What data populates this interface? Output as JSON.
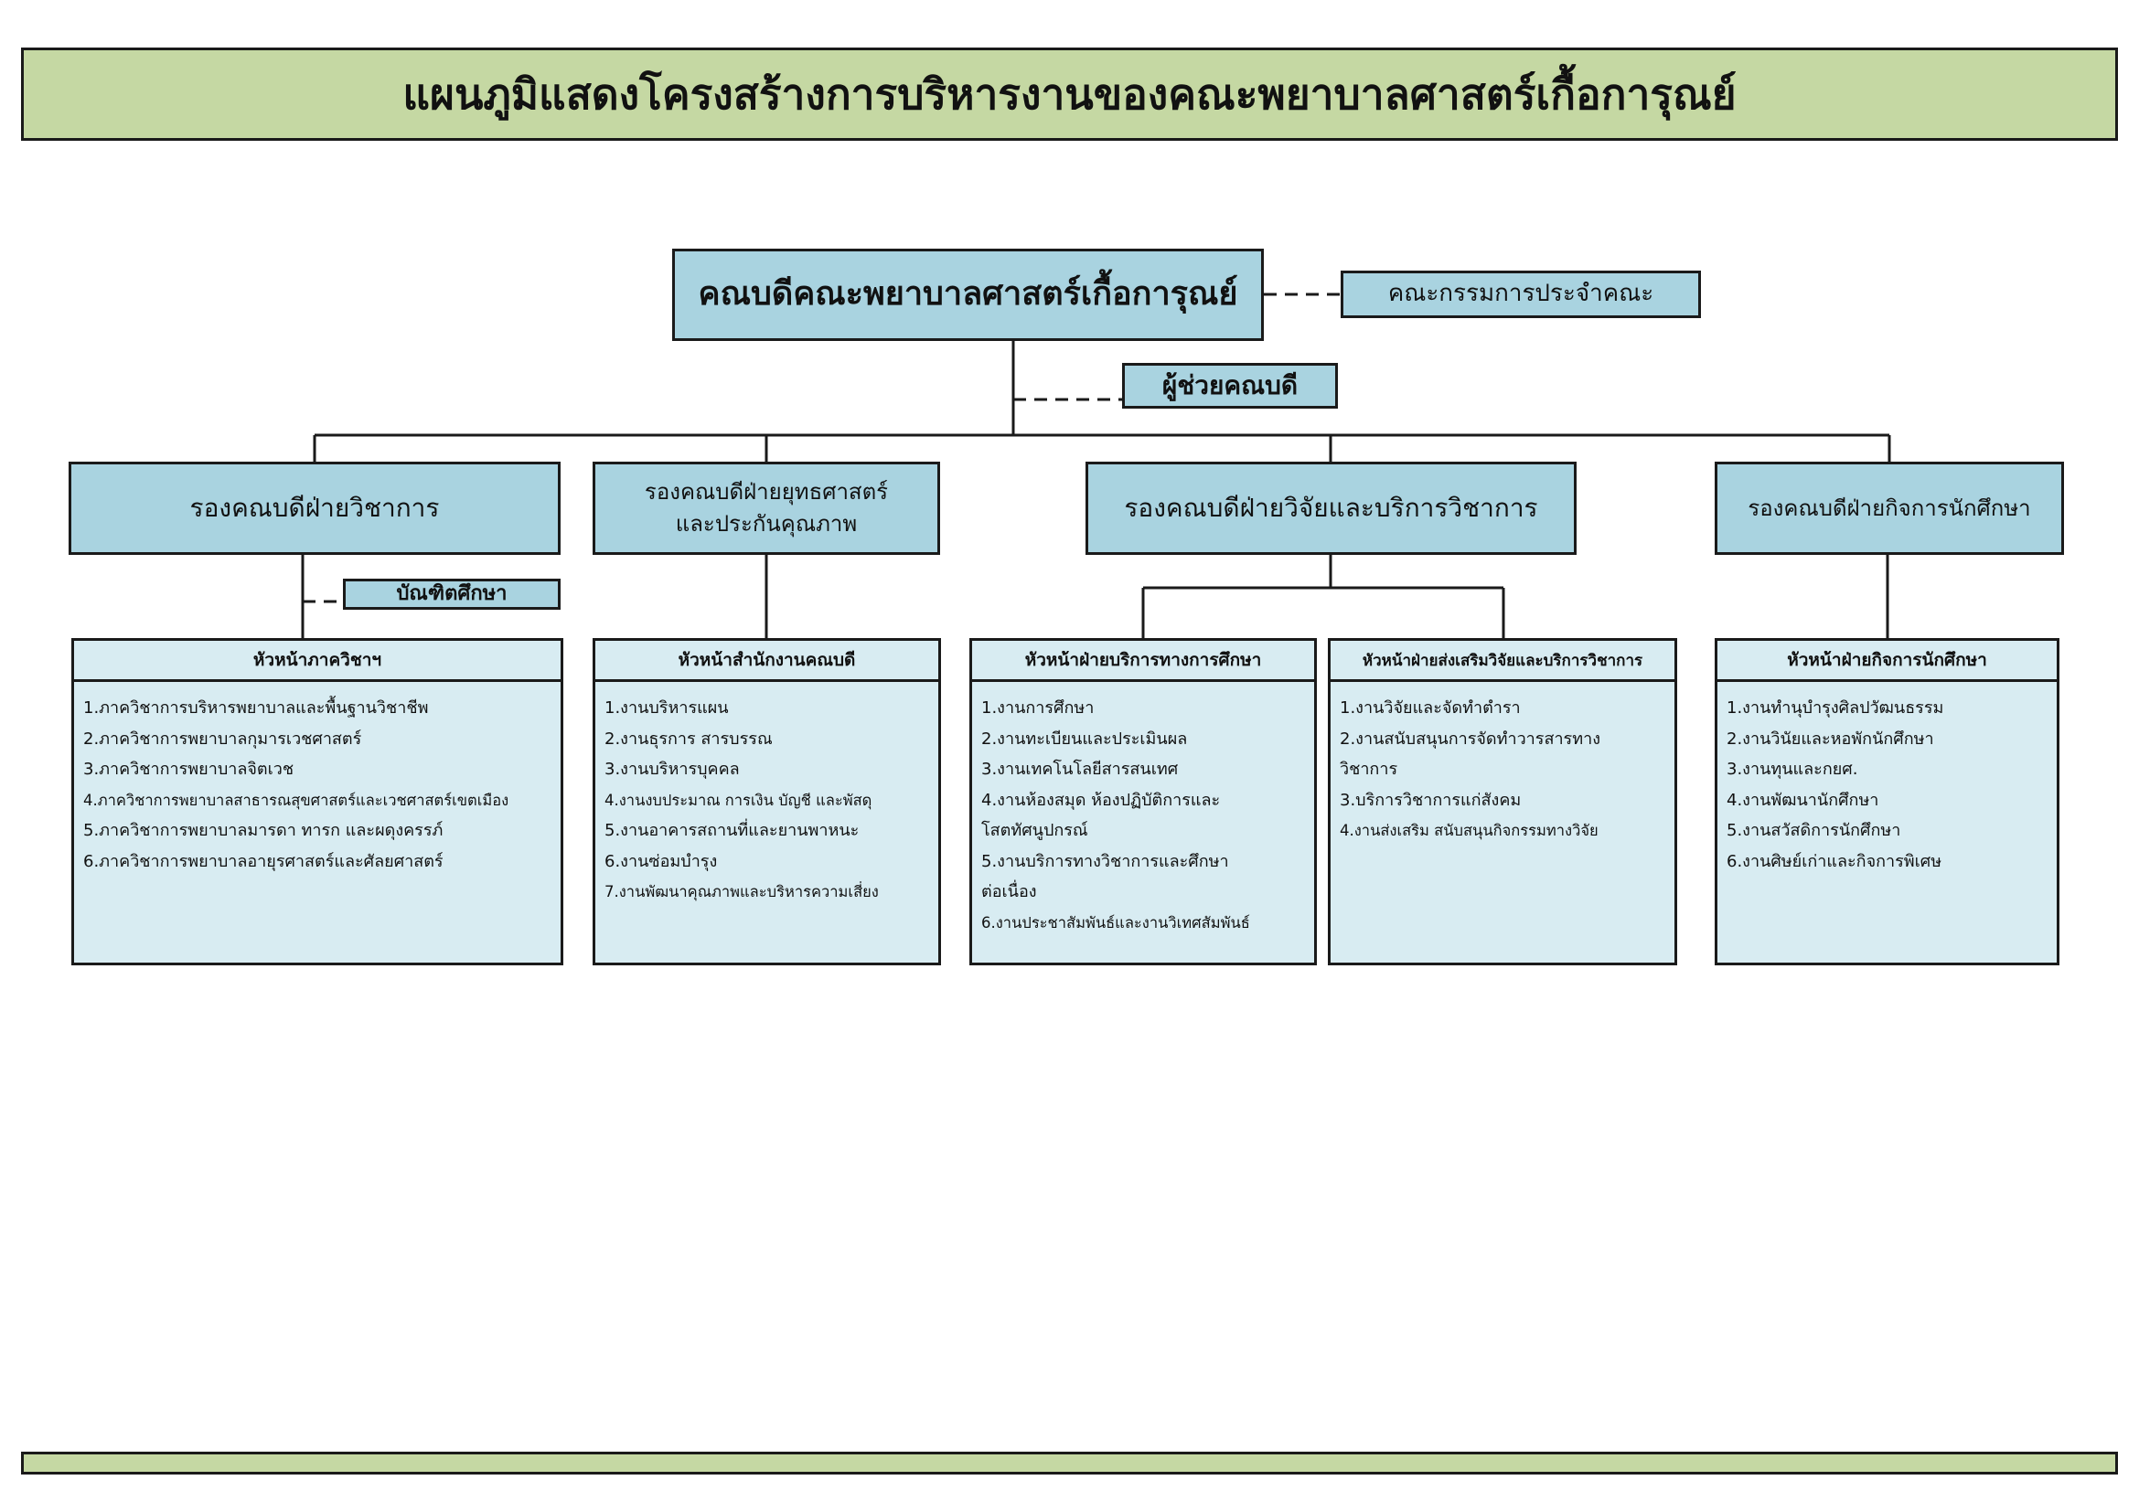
{
  "title": "แผนภูมิแสดงโครงสร้างการบริหารงานของคณะพยาบาลศาสตร์เกื้อการุณย์",
  "colors": {
    "title_bg": "#c5d8a3",
    "node_bg": "#a9d3e0",
    "unit_bg": "#d8ecf2",
    "border": "#1a1a1a"
  },
  "dean": "คณบดีคณะพยาบาลศาสตร์เกื้อการุณย์",
  "committee": "คณะกรรมการประจำคณะ",
  "assistant": "ผู้ช่วยคณบดี",
  "vice_deans": [
    {
      "line1": "รองคณบดีฝ่ายวิชาการ",
      "line2": ""
    },
    {
      "line1": "รองคณบดีฝ่ายยุทธศาสตร์",
      "line2": "และประกันคุณภาพ"
    },
    {
      "line1": "รองคณบดีฝ่ายวิจัยและบริการวิชาการ",
      "line2": ""
    },
    {
      "line1": "รองคณบดีฝ่ายกิจการนักศึกษา",
      "line2": ""
    }
  ],
  "graduate": "บัณฑิตศึกษา",
  "units": [
    {
      "head": "หัวหน้าภาควิชาฯ",
      "items": [
        "1.ภาควิชาการบริหารพยาบาลและพื้นฐานวิชาชีพ",
        "2.ภาควิชาการพยาบาลกุมารเวชศาสตร์",
        "3.ภาควิชาการพยาบาลจิตเวช",
        "4.ภาควิชาการพยาบาลสาธารณสุขศาสตร์และเวชศาสตร์เขตเมือง",
        "5.ภาควิชาการพยาบาลมารดา ทารก และผดุงครรภ์",
        "6.ภาควิชาการพยาบาลอายุรศาสตร์และศัลยศาสตร์"
      ]
    },
    {
      "head": "หัวหน้าสำนักงานคณบดี",
      "items": [
        "1.งานบริหารแผน",
        "2.งานธุรการ สารบรรณ",
        "3.งานบริหารบุคคล",
        "4.งานงบประมาณ การเงิน บัญชี และพัสดุ",
        "5.งานอาคารสถานที่และยานพาหนะ",
        "6.งานซ่อมบำรุง",
        "7.งานพัฒนาคุณภาพและบริหารความเสี่ยง"
      ]
    },
    {
      "head": "หัวหน้าฝ่ายบริการทางการศึกษา",
      "items": [
        "1.งานการศึกษา",
        "2.งานทะเบียนและประเมินผล",
        "3.งานเทคโนโลยีสารสนเทศ",
        "4.งานห้องสมุด ห้องปฏิบัติการและ",
        "โสตทัศนูปกรณ์",
        "5.งานบริการทางวิชาการและศึกษา",
        "ต่อเนื่อง",
        "6.งานประชาสัมพันธ์และงานวิเทศสัมพันธ์"
      ]
    },
    {
      "head": "หัวหน้าฝ่ายส่งเสริมวิจัยและบริการวิชาการ",
      "items": [
        "1.งานวิจัยและจัดทำตำรา",
        "2.งานสนับสนุนการจัดทำวารสารทาง",
        "วิชาการ",
        "3.บริการวิชาการแก่สังคม",
        "4.งานส่งเสริม สนับสนุนกิจกรรมทางวิจัย"
      ]
    },
    {
      "head": "หัวหน้าฝ่ายกิจการนักศึกษา",
      "items": [
        "1.งานทำนุบำรุงศิลปวัฒนธรรม",
        "2.งานวินัยและหอพักนักศึกษา",
        "3.งานทุนและกยศ.",
        "4.งานพัฒนานักศึกษา",
        "5.งานสวัสดิการนักศึกษา",
        "6.งานศิษย์เก่าและกิจการพิเศษ"
      ]
    }
  ]
}
